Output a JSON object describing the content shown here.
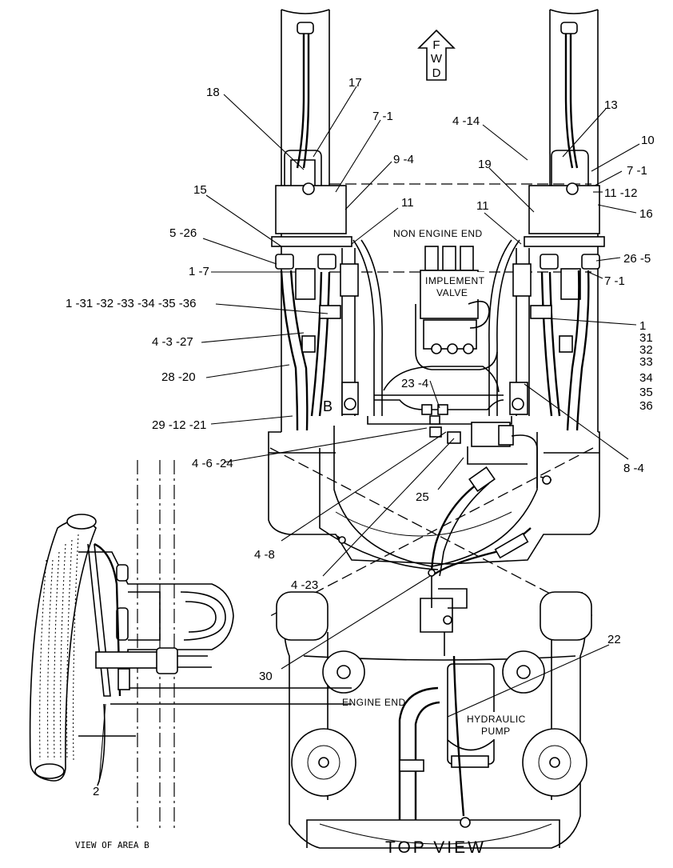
{
  "arrow": {
    "letters": [
      "F",
      "W",
      "D"
    ]
  },
  "titles": {
    "view_b": "VIEW OF AREA B",
    "top_view": "TOP VIEW",
    "area_letter": "B"
  },
  "notes": {
    "non_engine_end": "NON ENGINE END",
    "implement_valve_1": "IMPLEMENT",
    "implement_valve_2": "VALVE",
    "engine_end": "ENGINE END",
    "hydraulic_pump_1": "HYDRAULIC",
    "hydraulic_pump_2": "PUMP"
  },
  "callouts": {
    "c18": "18",
    "c17": "17",
    "c7_1a": "7 -1",
    "c9_4": "9 -4",
    "c15": "15",
    "c5_26": "5 -26",
    "c1_7": "1 -7",
    "c1_31_36": "1 -31 -32 -33 -34 -35 -36",
    "c4_3_27": "4 -3 -27",
    "c28_20": "28 -20",
    "c29_12_21": "29 -12 -21",
    "c4_6_24": "4 -6 -24",
    "c11a": "11",
    "c11b": "11",
    "c4_14": "4 -14",
    "c13": "13",
    "c10": "10",
    "c19": "19",
    "c7_1b": "7 -1",
    "c11_12": "11 -12",
    "c16": "16",
    "c26_5": "26 -5",
    "c7_1c": "7 -1",
    "c1": "1",
    "c31": "31",
    "c32": "32",
    "c33": "33",
    "c34": "34",
    "c35": "35",
    "c36": "36",
    "c23_4": "23 -4",
    "c8_4": "8 -4",
    "c25": "25",
    "c4_8": "4 -8",
    "c4_23": "4 -23",
    "c30": "30",
    "c22": "22",
    "c2": "2"
  }
}
